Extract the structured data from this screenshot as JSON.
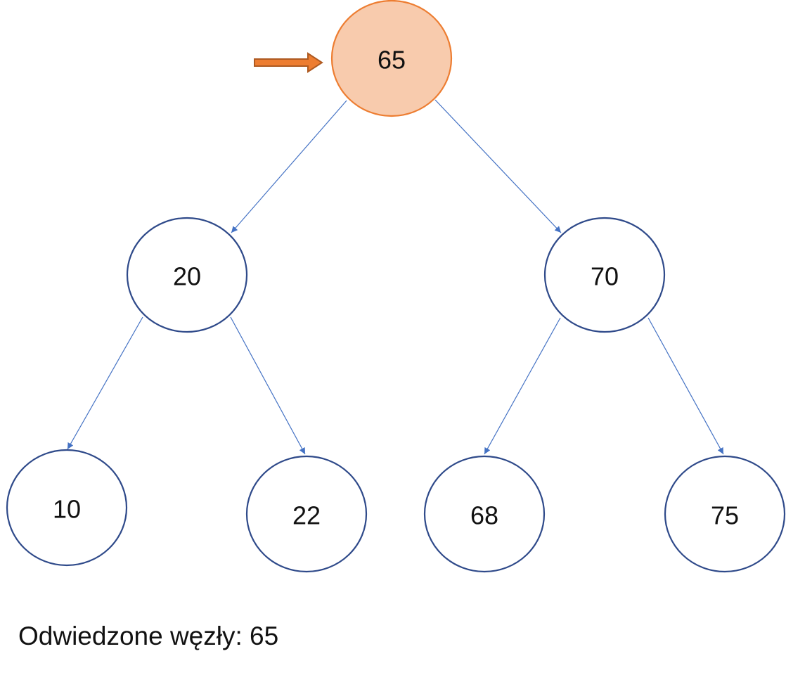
{
  "tree": {
    "nodes": [
      {
        "id": "n65",
        "label": "65",
        "current": true
      },
      {
        "id": "n20",
        "label": "20",
        "current": false
      },
      {
        "id": "n70",
        "label": "70",
        "current": false
      },
      {
        "id": "n10",
        "label": "10",
        "current": false
      },
      {
        "id": "n22",
        "label": "22",
        "current": false
      },
      {
        "id": "n68",
        "label": "68",
        "current": false
      },
      {
        "id": "n75",
        "label": "75",
        "current": false
      }
    ],
    "edges": [
      {
        "from": "n65",
        "to": "n20"
      },
      {
        "from": "n65",
        "to": "n70"
      },
      {
        "from": "n20",
        "to": "n10"
      },
      {
        "from": "n20",
        "to": "n22"
      },
      {
        "from": "n70",
        "to": "n68"
      },
      {
        "from": "n70",
        "to": "n75"
      }
    ],
    "pointer_target": "n65"
  },
  "colors": {
    "current_fill": "#f8cbad",
    "current_stroke": "#ed7d31",
    "node_stroke": "#2f4a8a",
    "edge": "#4472c4",
    "pointer_fill": "#ed7d31",
    "pointer_stroke": "#ae5a21"
  },
  "visited": {
    "caption": "Odwiedzone węzły: 65"
  }
}
